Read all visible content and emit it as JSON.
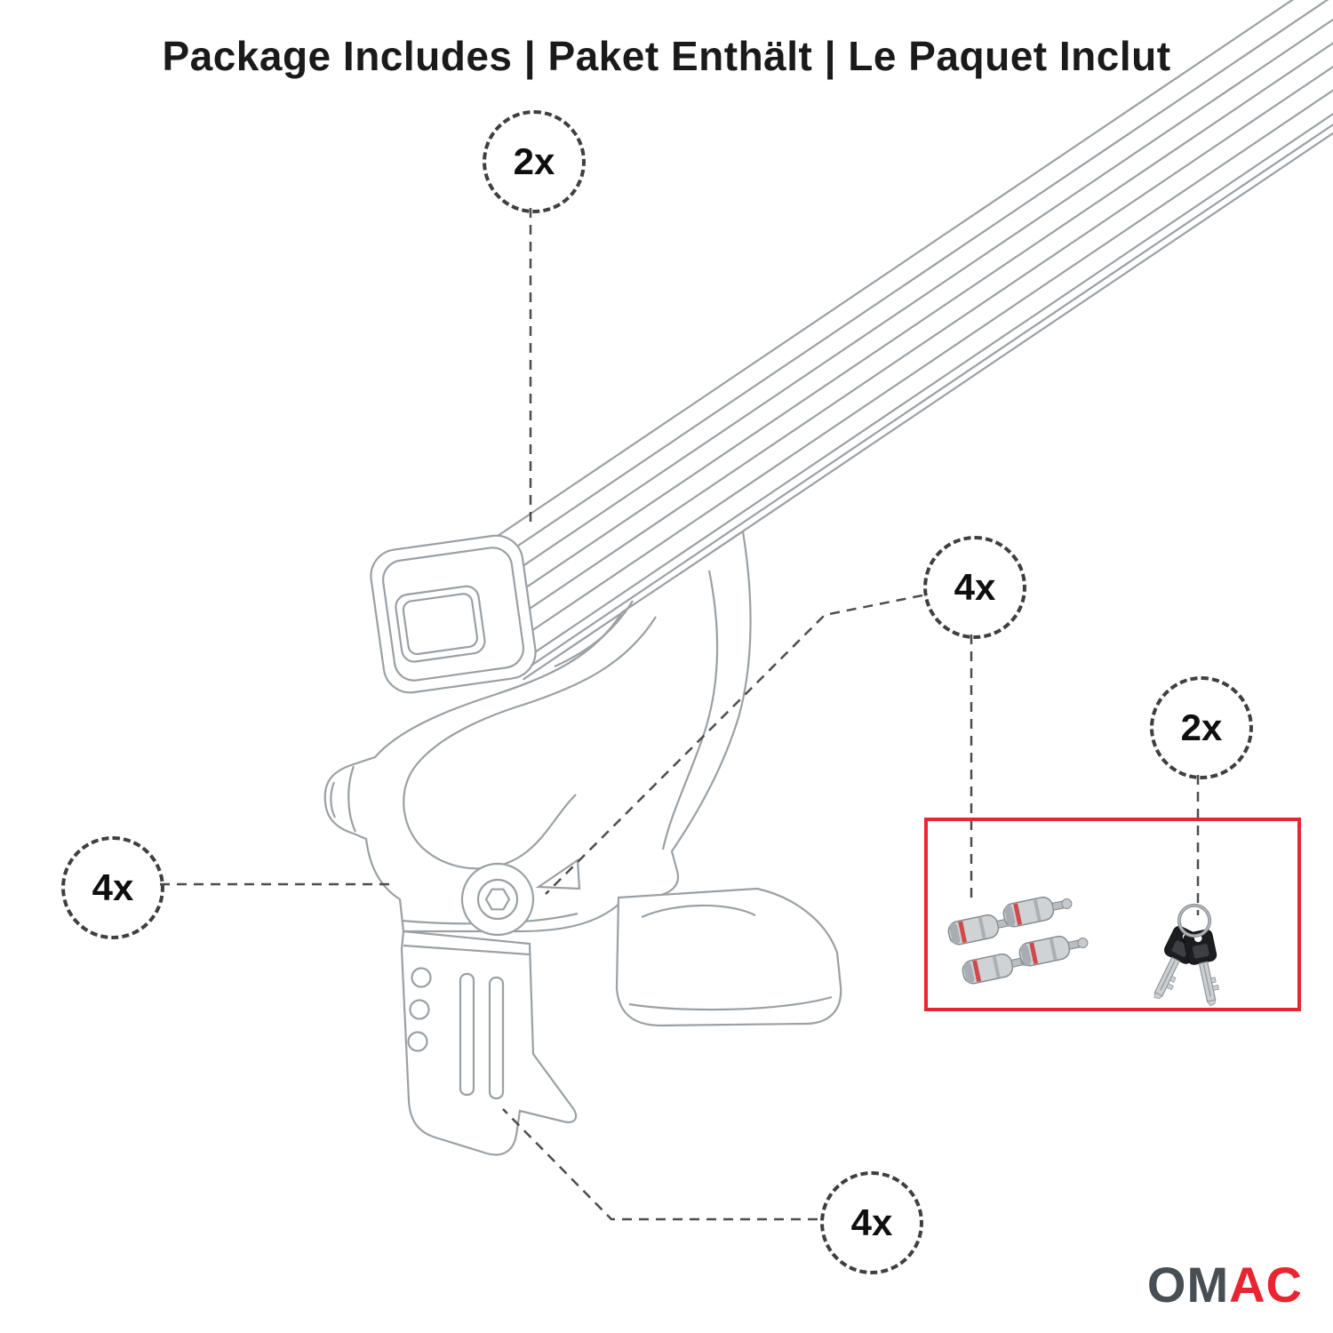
{
  "title": "Package Includes | Paket Enthält | Le Paquet Inclut",
  "callouts": {
    "crossbar": {
      "label": "2x"
    },
    "foot": {
      "label": "4x"
    },
    "locks": {
      "label": "4x"
    },
    "keys": {
      "label": "2x"
    },
    "clamp": {
      "label": "4x"
    }
  },
  "brand": {
    "name": "OMAC",
    "letters": [
      {
        "char": "O",
        "color": "#474e54"
      },
      {
        "char": "M",
        "color": "#474e54"
      },
      {
        "char": "A",
        "color": "#e82530"
      },
      {
        "char": "C",
        "color": "#e82530"
      }
    ]
  },
  "colors": {
    "accent_red": "#e82530",
    "line_art": "#9aa0a4",
    "leader": "#4d4d4d",
    "callout_border": "#3f3f3f"
  },
  "figures": {
    "crossbar": "crossbar-line-art",
    "end_cap": "end-cap-line-art",
    "mount_foot": "mount-foot-line-art",
    "clamp": "fixing-clamp-line-art",
    "bolt": "bolt-line-art",
    "locks": "lock-cylinders-image",
    "keys": "keys-image"
  }
}
